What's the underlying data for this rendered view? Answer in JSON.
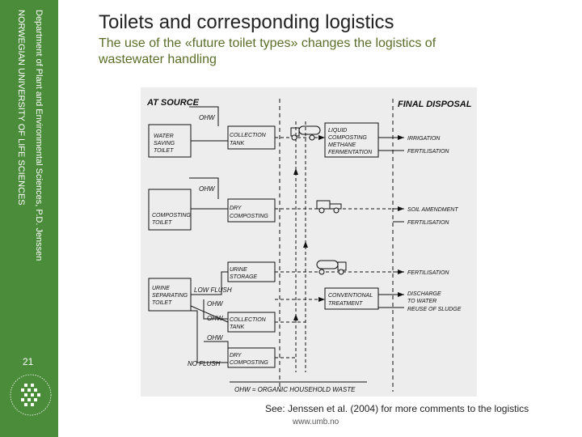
{
  "sidebar": {
    "department": "Department of Plant and Environmental Sciences, P.D. Jenssen",
    "university": "NORWEGIAN UNIVERSITY OF LIFE SCIENCES",
    "page_number": "21"
  },
  "slide": {
    "title": "Toilets and corresponding logistics",
    "subtitle": "The use of the «future toilet types» changes the logistics of wastewater handling",
    "footer_note": "See: Jenssen et al. (2004) for more comments to the logistics",
    "footer_url": "www.umb.no"
  },
  "diagram": {
    "at_source": "AT SOURCE",
    "final_disposal": "FINAL DISPOSAL",
    "ohw1": "OHW",
    "ohw2": "OHW",
    "ohw3": "OHW",
    "ohw4": "OHW",
    "ohw5": "OHW",
    "low_flush": "LOW FLUSH",
    "no_flush": "NO FLUSH",
    "legend": "OHW = ORGANIC HOUSEHOLD WASTE",
    "toilets": [
      {
        "line1": "WATER",
        "line2": "SAVING",
        "line3": "TOILET"
      },
      {
        "line1": "COMPOSTING",
        "line2": "TOILET"
      },
      {
        "line1": "URINE",
        "line2": "SEPARATING",
        "line3": "TOILET"
      }
    ],
    "collection_tank_1": {
      "line1": "COLLECTION",
      "line2": "TANK"
    },
    "dry_composting_1": {
      "line1": "DRY",
      "line2": "COMPOSTING"
    },
    "urine_storage": {
      "line1": "URINE",
      "line2": "STORAGE"
    },
    "collection_tank_2": {
      "line1": "COLLECTION",
      "line2": "TANK"
    },
    "dry_composting_2": {
      "line1": "DRY",
      "line2": "COMPOSTING"
    },
    "liquid_composting": {
      "line1": "LIQUID",
      "line2": "COMPOSTING",
      "line3": "METHANE",
      "line4": "FERMENTATION"
    },
    "conventional_treatment": {
      "line1": "CONVENTIONAL",
      "line2": "TREATMENT"
    },
    "disposal": {
      "irrigation": "IRRIGATION",
      "fertilisation_1": "FERTILISATION",
      "soil_amendment": "SOIL AMENDMENT",
      "fertilisation_2": "FERTILISATION",
      "fertilisation_3": "FERTILISATION",
      "discharge_line1": "DISCHARGE",
      "discharge_line2": "TO WATER",
      "reuse": "REUSE OF SLUDGE"
    }
  }
}
